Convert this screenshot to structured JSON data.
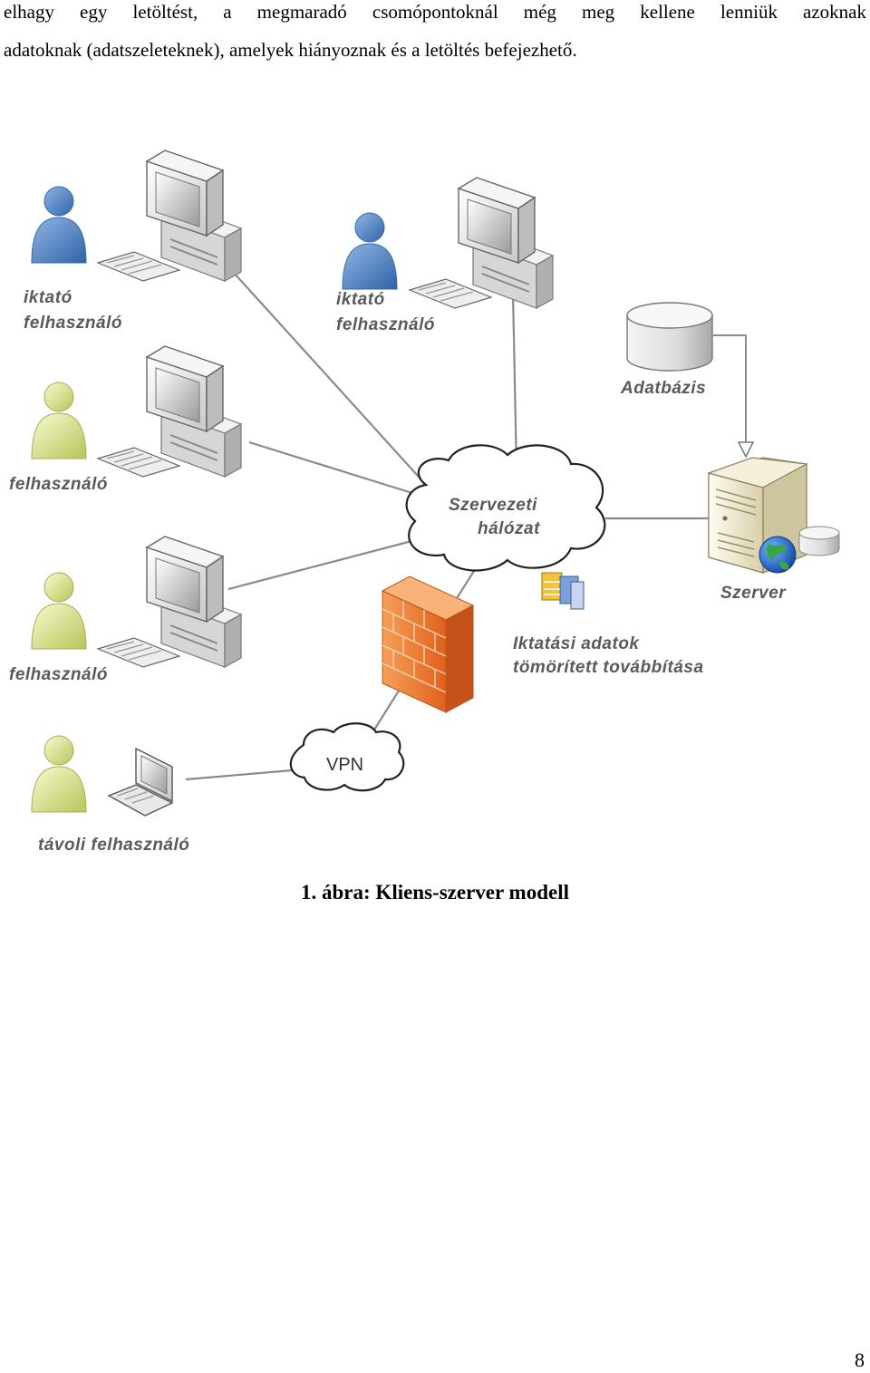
{
  "paragraph": {
    "line1": "elhagy egy letöltést, a megmaradó csomópontoknál még meg kellene lenniük azoknak",
    "line2": "adatoknak (adatszeleteknek), amelyek hiányoznak és a letöltés befejezhető."
  },
  "diagram": {
    "labels": {
      "iktato_user_1": [
        "iktató",
        "felhasználó"
      ],
      "iktato_user_2": [
        "iktató",
        "felhasználó"
      ],
      "user_1": "felhasználó",
      "user_2": "felhasználó",
      "remote_user": "távoli felhasználó",
      "network": [
        "Szervezeti",
        "hálózat"
      ],
      "database": "Adatbázis",
      "server": "Szerver",
      "transfer": [
        "Iktatási adatok",
        "tömörített továbbítása"
      ],
      "vpn": "VPN"
    },
    "colors": {
      "iktato_user": "#4f86c6",
      "regular_user": "#e6ec9a",
      "firewall": "#f07a30",
      "line": "#8a8a8a"
    }
  },
  "caption": "1. ábra: Kliens-szerver modell",
  "page_number": "8"
}
